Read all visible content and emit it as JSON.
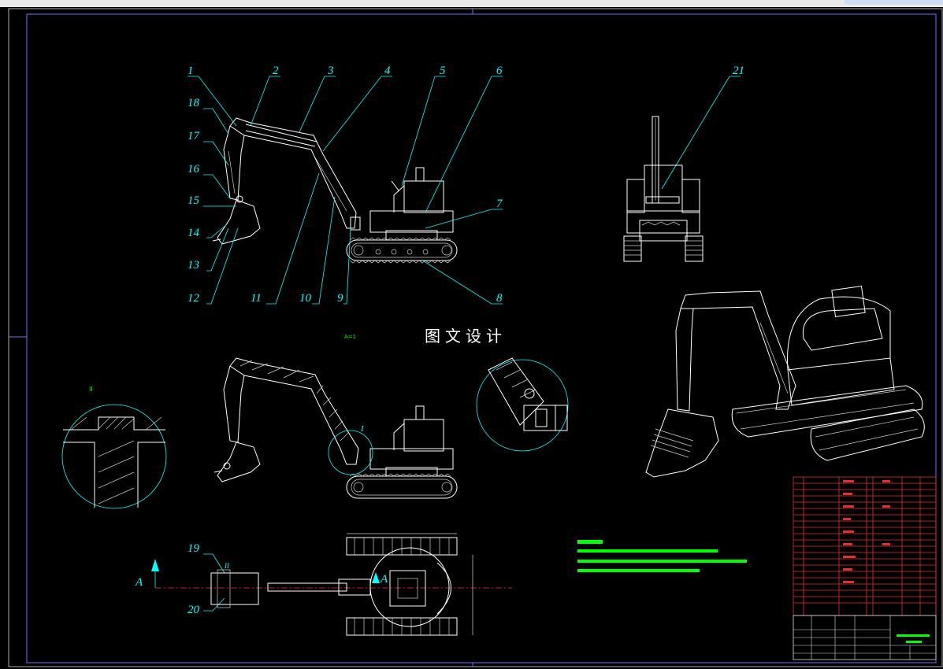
{
  "drawing": {
    "center_title": "图文设计",
    "part_labels": [
      "1",
      "2",
      "3",
      "4",
      "5",
      "6",
      "7",
      "8",
      "9",
      "10",
      "11",
      "12",
      "13",
      "14",
      "15",
      "16",
      "17",
      "18",
      "19",
      "20",
      "21"
    ],
    "section_marker": "A",
    "detail_marker": "I",
    "detail_marker_top": "II",
    "scale_label": "A=1"
  },
  "colors": {
    "background": "#000000",
    "lines": "#ffffff",
    "labels": "#00ffff",
    "notes": "#00ff00",
    "title_block": "#e03030",
    "centerline": "#ff3030"
  }
}
